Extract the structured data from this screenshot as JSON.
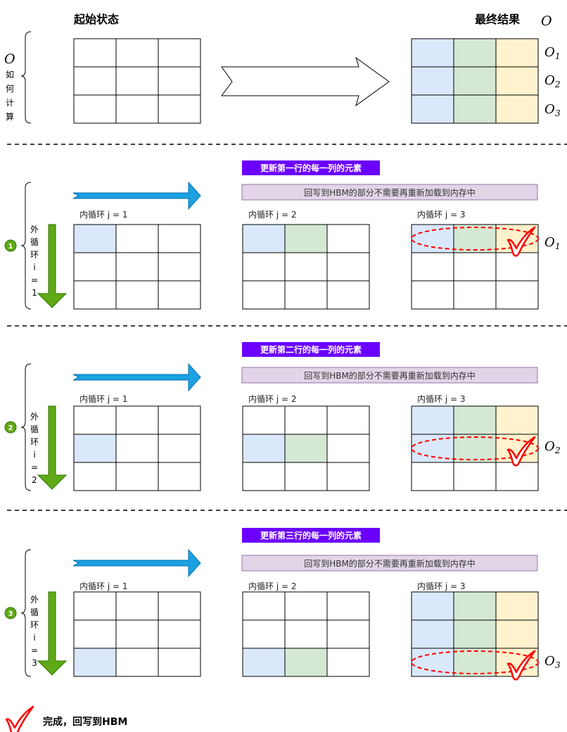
{
  "header": {
    "start_title": "起始状态",
    "end_title": "最终结果",
    "o_symbol": "O",
    "how_label_chars": [
      "如",
      "何",
      "计",
      "算"
    ],
    "result_rows": [
      {
        "main": "O",
        "sub": "1"
      },
      {
        "main": "O",
        "sub": "2"
      },
      {
        "main": "O",
        "sub": "3"
      }
    ]
  },
  "colors": {
    "blue_cell": "#dae8fc",
    "green_cell": "#d5e8d4",
    "yellow_cell": "#fff2cc",
    "banner_bg": "#6a00ff",
    "note_bg": "#e1d5e7",
    "note_border": "#9673a6",
    "arrow_blue": "#1ba1e2",
    "arrow_green": "#60a917",
    "check_red": "#ff0000"
  },
  "sections": [
    {
      "badge": "1",
      "banner": "更新第一行的每一列的元素",
      "note": "回写到HBM的部分不需要再重新加载到内存中",
      "outer_loop_chars": [
        "外",
        "循",
        "环",
        "i",
        "=",
        "1"
      ],
      "inner_labels": [
        "内循环 j = 1",
        "内循环 j = 2",
        "内循环 j = 3"
      ],
      "result": {
        "main": "O",
        "sub": "1"
      }
    },
    {
      "badge": "2",
      "banner": "更新第二行的每一列的元素",
      "note": "回写到HBM的部分不需要再重新加载到内存中",
      "outer_loop_chars": [
        "外",
        "循",
        "环",
        "i",
        "=",
        "2"
      ],
      "inner_labels": [
        "内循环 j = 1",
        "内循环 j = 2",
        "内循环 j = 3"
      ],
      "result": {
        "main": "O",
        "sub": "2"
      }
    },
    {
      "badge": "3",
      "banner": "更新第三行的每一列的元素",
      "note": "回写到HBM的部分不需要再重新加载到内存中",
      "outer_loop_chars": [
        "外",
        "循",
        "环",
        "i",
        "=",
        "3"
      ],
      "inner_labels": [
        "内循环 j = 1",
        "内循环 j = 2",
        "内循环 j = 3"
      ],
      "result": {
        "main": "O",
        "sub": "3"
      }
    }
  ],
  "footer": {
    "legend_text": "完成，回写到HBM"
  }
}
